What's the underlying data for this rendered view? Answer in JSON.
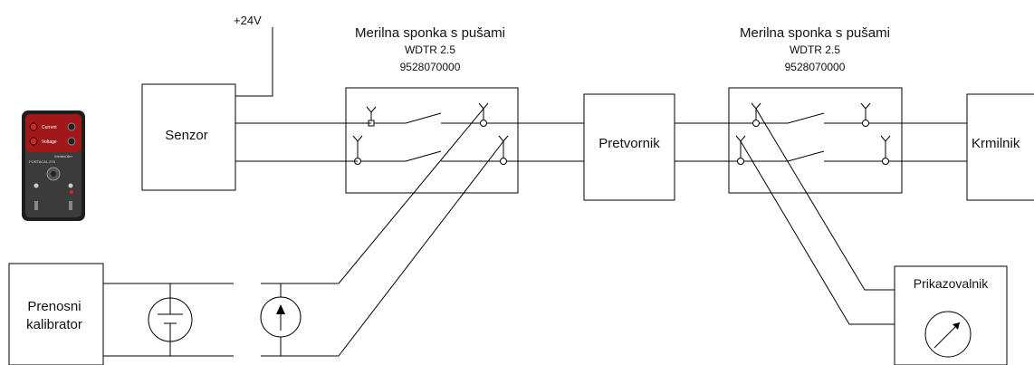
{
  "supply": {
    "voltage": "+24V"
  },
  "clamp1": {
    "title": "Merilna sponka s pušami",
    "model": "WDTR 2.5",
    "part": "9528070000"
  },
  "clamp2": {
    "title": "Merilna sponka s pušami",
    "model": "WDTR 2.5",
    "part": "9528070000"
  },
  "blocks": {
    "sensor": "Senzor",
    "converter": "Pretvornik",
    "controller": "Krmilnik",
    "display": "Prikazovalnik",
    "calibrator_line1": "Prenosni",
    "calibrator_line2": "kalibrator"
  },
  "device_photo": {
    "current": "Current",
    "voltage": "Voltage",
    "brand": "Weidmüller",
    "model": "PORTACAL 275"
  },
  "colors": {
    "line": "#000000",
    "device_body": "#2b2b2b",
    "device_panel": "#3a3a3a",
    "device_accent": "#b22222"
  }
}
